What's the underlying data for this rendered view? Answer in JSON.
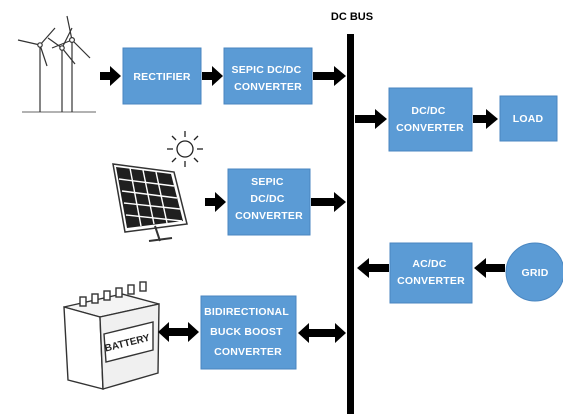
{
  "bus": {
    "title": "DC BUS"
  },
  "blocks": {
    "rectifier": [
      "RECTIFIER"
    ],
    "sepic_top": [
      "SEPIC DC/DC",
      "CONVERTER"
    ],
    "sepic_solar": [
      "SEPIC",
      "DC/DC",
      "CONVERTER"
    ],
    "bidirectional": [
      "BIDIRECTIONAL",
      "BUCK BOOST",
      "CONVERTER"
    ],
    "dcdc": [
      "DC/DC",
      "CONVERTER"
    ],
    "load": [
      "LOAD"
    ],
    "acdc": [
      "AC/DC",
      "CONVERTER"
    ],
    "grid": [
      "GRID"
    ]
  },
  "battery": {
    "label": "BATTERY"
  },
  "icons": {
    "wind": "wind-turbine-icon",
    "solar": "solar-panel-icon",
    "sun": "sun-icon",
    "battery": "battery-icon"
  },
  "colors": {
    "block": "#5b9bd5",
    "arrow": "#000000",
    "bus": "#000000"
  }
}
